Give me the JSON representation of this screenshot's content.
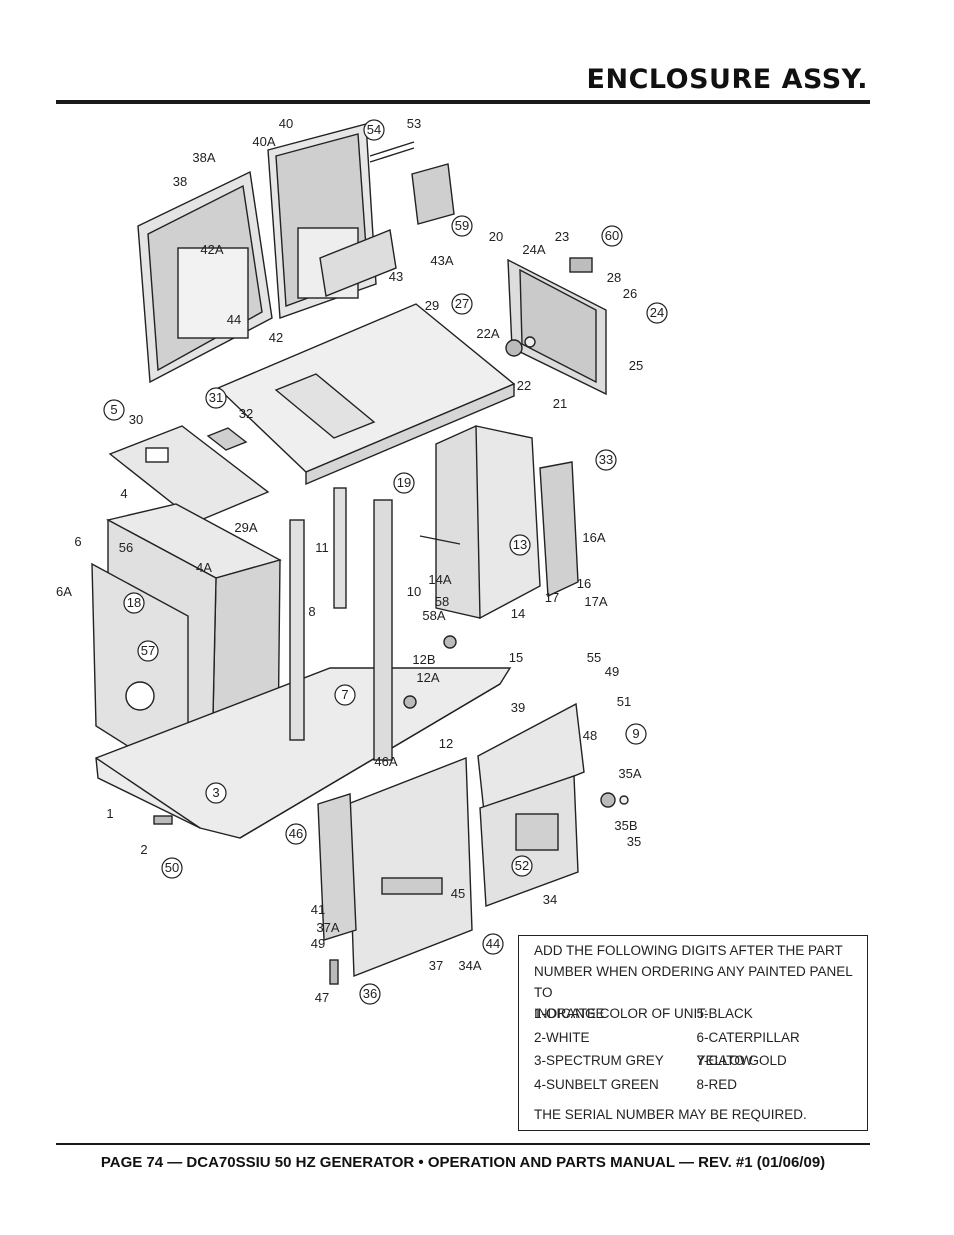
{
  "header": {
    "title": "ENCLOSURE ASSY."
  },
  "diagram": {
    "callouts": [
      "54",
      "59",
      "60",
      "24",
      "27",
      "31",
      "33",
      "19",
      "13",
      "18",
      "57",
      "7",
      "9",
      "52",
      "46",
      "44",
      "36",
      "50",
      "3",
      "5"
    ],
    "labels": [
      "40",
      "53",
      "40A",
      "38A",
      "38",
      "42A",
      "44",
      "42",
      "43",
      "43A",
      "20",
      "23",
      "24A",
      "28",
      "26",
      "25",
      "22A",
      "22",
      "21",
      "29",
      "30",
      "32",
      "29A",
      "11",
      "4",
      "6",
      "56",
      "4A",
      "6A",
      "8",
      "10",
      "16A",
      "14A",
      "16",
      "17",
      "17A",
      "58",
      "58A",
      "14",
      "15",
      "12B",
      "12A",
      "12",
      "55",
      "49",
      "51",
      "39",
      "48",
      "35A",
      "35B",
      "35",
      "46A",
      "1",
      "2",
      "45",
      "34",
      "41",
      "37A",
      "49",
      "37",
      "34A",
      "47"
    ]
  },
  "note": {
    "lines": [
      "ADD THE FOLLOWING DIGITS AFTER THE PART",
      "NUMBER WHEN ORDERING ANY PAINTED PANEL TO",
      "INDICATE COLOR OF UNIT:"
    ],
    "colors": [
      [
        "1-ORANGE",
        "5-BLACK"
      ],
      [
        "2-WHITE",
        "6-CATERPILLAR YELLOW"
      ],
      [
        "3-SPECTRUM GREY",
        "7-CATO GOLD"
      ],
      [
        "4-SUNBELT GREEN",
        "8-RED"
      ]
    ],
    "footer": "THE SERIAL NUMBER MAY BE REQUIRED."
  },
  "page_footer": "PAGE 74 — DCA70SSIU 50 HZ GENERATOR • OPERATION AND PARTS MANUAL — REV. #1 (01/06/09)"
}
